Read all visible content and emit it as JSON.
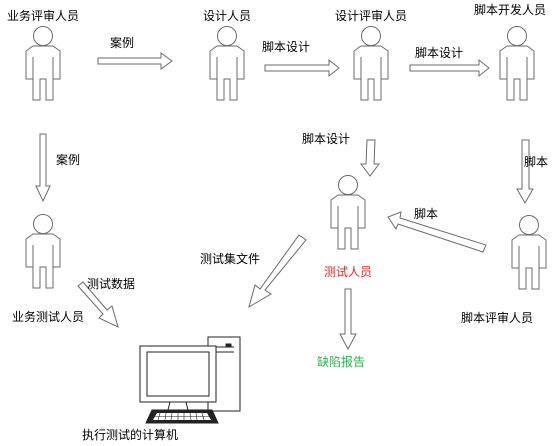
{
  "colors": {
    "stroke": "#6b6b6b",
    "text": "#000000",
    "tester_label": "#e2261f",
    "defect_label": "#2db34a"
  },
  "roles": {
    "business_reviewer": "业务评审人员",
    "designer": "设计人员",
    "design_reviewer": "设计评审人员",
    "script_developer": "脚本开发人员",
    "business_tester": "业务测试人员",
    "tester": "测试人员",
    "script_reviewer": "脚本评审人员"
  },
  "arrows": {
    "case_to_designer": "案例",
    "script_design_to_reviewer": "脚本设计",
    "script_design_to_developer": "脚本设计",
    "script_design_to_tester": "脚本设计",
    "case_to_business_tester": "案例",
    "script_to_script_reviewer": "脚本",
    "script_to_tester": "脚本",
    "test_data": "测试数据",
    "test_set_file": "测试集文件"
  },
  "outputs": {
    "defect_report": "缺陷报告",
    "computer": "执行测试的计算机"
  },
  "icons": {
    "person": "person-icon",
    "computer": "computer-icon"
  }
}
